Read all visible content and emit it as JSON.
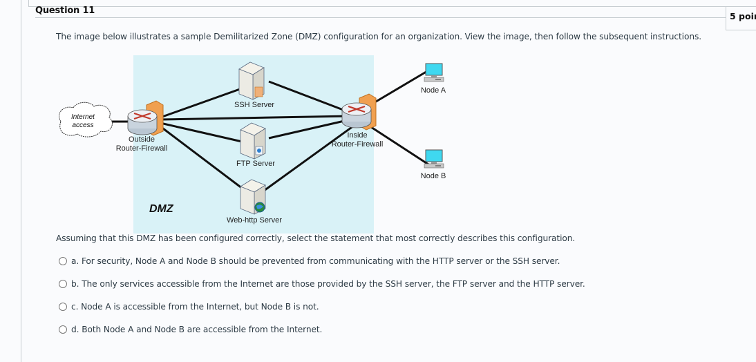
{
  "question": {
    "title": "Question 11",
    "points": "5 poin",
    "prompt": "The image below illustrates a sample Demilitarized Zone (DMZ) configuration for an organization. View the image, then follow the subsequent instructions.",
    "instruction": "Assuming that this DMZ has been configured correctly, select the statement that most correctly describes this configuration."
  },
  "diagram": {
    "zone_label": "DMZ",
    "internet": [
      "Internet",
      "access"
    ],
    "outside_router": [
      "Outside",
      "Router-Firewall"
    ],
    "inside_router": [
      "Inside",
      "Router-Firewall"
    ],
    "ssh_server": "SSH Server",
    "ftp_server": "FTP Server",
    "web_server": "Web-http Server",
    "node_a": "Node A",
    "node_b": "Node B",
    "colors": {
      "zone_fill": "#d9f2f7",
      "firewall": "#f0a050",
      "router_arrows": "#c0392b",
      "monitor": "#3fd8f0"
    }
  },
  "options": [
    {
      "letter": "a.",
      "text": "For security, Node A and Node B should be prevented from communicating with the HTTP server or the SSH server."
    },
    {
      "letter": "b.",
      "text": "The only services accessible from the Internet are those provided by the SSH server, the FTP server and the HTTP server."
    },
    {
      "letter": "c.",
      "text": "Node A is accessible from the Internet, but Node B is not."
    },
    {
      "letter": "d.",
      "text": "Both Node A and Node B are accessible from the Internet."
    }
  ]
}
